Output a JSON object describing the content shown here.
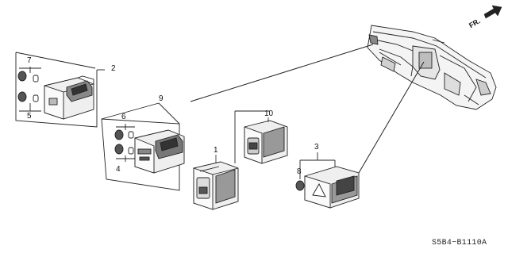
{
  "diagram": {
    "direction_label": "FR.",
    "diagram_code": "S5B4−B1110A",
    "callouts": [
      "1",
      "2",
      "3",
      "4",
      "5",
      "6",
      "7",
      "8",
      "9",
      "10"
    ],
    "parts": [
      {
        "id": "dashboard",
        "kind": "instrument-panel"
      },
      {
        "id": "switch-assembly-1",
        "callout": "1"
      },
      {
        "id": "switch-assembly-2",
        "callout": "2",
        "bulbs": [
          "7",
          "5"
        ]
      },
      {
        "id": "hazard-switch-3",
        "callout": "3",
        "bulbs": [
          "8"
        ]
      },
      {
        "id": "switch-assembly-9",
        "callout": "9",
        "bulbs": [
          "6",
          "4"
        ]
      },
      {
        "id": "switch-assembly-10",
        "callout": "10"
      }
    ]
  }
}
